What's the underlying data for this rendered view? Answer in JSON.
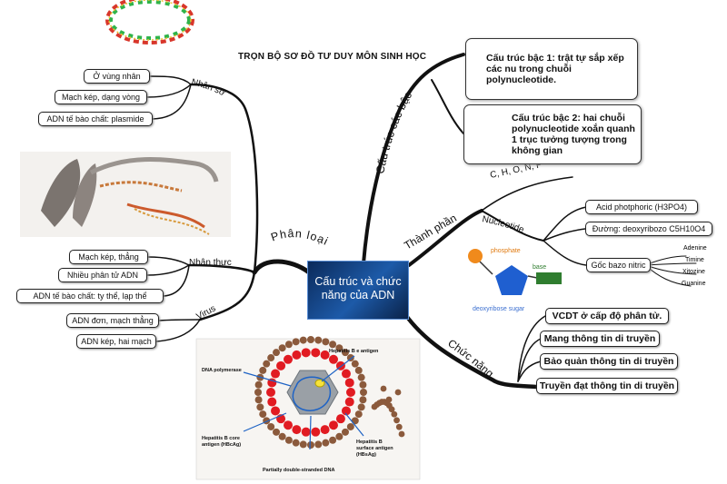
{
  "title": "TRỌN BỘ SƠ ĐỒ TƯ DUY MÔN SINH HỌC",
  "center": {
    "line1": "Cấu trúc và chức",
    "line2": "năng của ADN"
  },
  "branches": {
    "phan_loai": "Phân loại",
    "nhan_so": "Nhân sơ",
    "nhan_thuc": "Nhân thực",
    "virus": "Virus",
    "cau_truc_cac_bac": "Cấu trúc các bậc",
    "thanh_phan": "Thành phần",
    "nucleotide": "Nucleotide",
    "chuc_nang": "Chức năng",
    "elements": "C, H, O, N, P"
  },
  "nhan_so_items": [
    "Ở vùng nhân",
    "Mạch kép, dạng vòng",
    "ADN tế bào chất: plasmide"
  ],
  "nhan_thuc_items": [
    "Mạch kép, thẳng",
    "Nhiều phân tử ADN",
    "ADN tế bào chất: ty thể, lạp thể"
  ],
  "virus_items": [
    "ADN đơn, mạch thẳng",
    "ADN kép, hai mạch"
  ],
  "cau_truc_items": [
    "Cấu trúc bậc 1: trật tự sắp xếp các nu trong chuỗi polynucleotide.",
    "Cấu trúc bậc 2: hai chuỗi polynucleotide xoắn quanh 1 trục tưởng tượng trong không gian"
  ],
  "nucleotide_items": [
    "Acid photphoric (H3PO4)",
    "Đường: deoxyribozo C5H10O4",
    "Gốc bazo nitric"
  ],
  "bases": [
    "Adenine",
    "Timine",
    "Xitozine",
    "Guanine"
  ],
  "nucleotide_diagram": {
    "phosphate": "phosphate",
    "base": "base",
    "sugar": "deoxyribose sugar"
  },
  "chuc_nang_items": [
    "VCDT ở cấp độ phân tử.",
    "Mang thông tin di truyền",
    "Bảo quản thông tin di truyền",
    "Truyền đạt thông tin di truyền"
  ],
  "virus_diagram": {
    "dna_polymerase": "DNA polymerase",
    "e_antigen": "Hepatitis B e antigen",
    "core_antigen_1": "Hepatitis B core",
    "core_antigen_2": "antigen (HBcAg)",
    "surface_antigen_1": "Hepatitis B",
    "surface_antigen_2": "surface antigen",
    "surface_antigen_3": "(HBsAg)",
    "partial_dna": "Partially double-stranded DNA"
  },
  "colors": {
    "line": "#111111",
    "center_bg": "#1d5aa8",
    "phosphate": "#f08a1c",
    "sugar": "#1f5fd0",
    "base": "#2f7d2f",
    "sugar_label": "#3b6fd0"
  }
}
